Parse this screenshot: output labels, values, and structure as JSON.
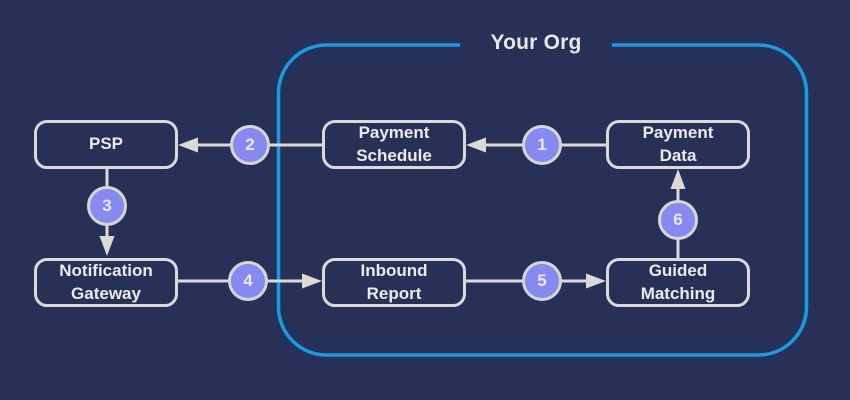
{
  "diagram": {
    "org_label": "Your Org",
    "nodes": [
      {
        "id": "psp",
        "label": "PSP",
        "inside_org": false
      },
      {
        "id": "payment-schedule",
        "label": "Payment\nSchedule",
        "inside_org": true
      },
      {
        "id": "payment-data",
        "label": "Payment\nData",
        "inside_org": true
      },
      {
        "id": "notification-gateway",
        "label": "Notification\nGateway",
        "inside_org": false
      },
      {
        "id": "inbound-report",
        "label": "Inbound\nReport",
        "inside_org": true
      },
      {
        "id": "guided-matching",
        "label": "Guided\nMatching",
        "inside_org": true
      }
    ],
    "flows": [
      {
        "step": "1",
        "from": "Payment Data",
        "to": "Payment Schedule"
      },
      {
        "step": "2",
        "from": "Payment Schedule",
        "to": "PSP"
      },
      {
        "step": "3",
        "from": "PSP",
        "to": "Notification Gateway"
      },
      {
        "step": "4",
        "from": "Notification Gateway",
        "to": "Inbound Report"
      },
      {
        "step": "5",
        "from": "Inbound Report",
        "to": "Guided Matching"
      },
      {
        "step": "6",
        "from": "Guided Matching",
        "to": "Payment Data"
      }
    ],
    "colors": {
      "background": "#273157",
      "org_border": "#189be4",
      "node_border": "#dcdad6",
      "node_text": "#eceae6",
      "connector": "#dcdad6",
      "step_fill": "#8689ef",
      "step_border": "#d8d6d2",
      "step_text": "#e9e8fb"
    }
  }
}
